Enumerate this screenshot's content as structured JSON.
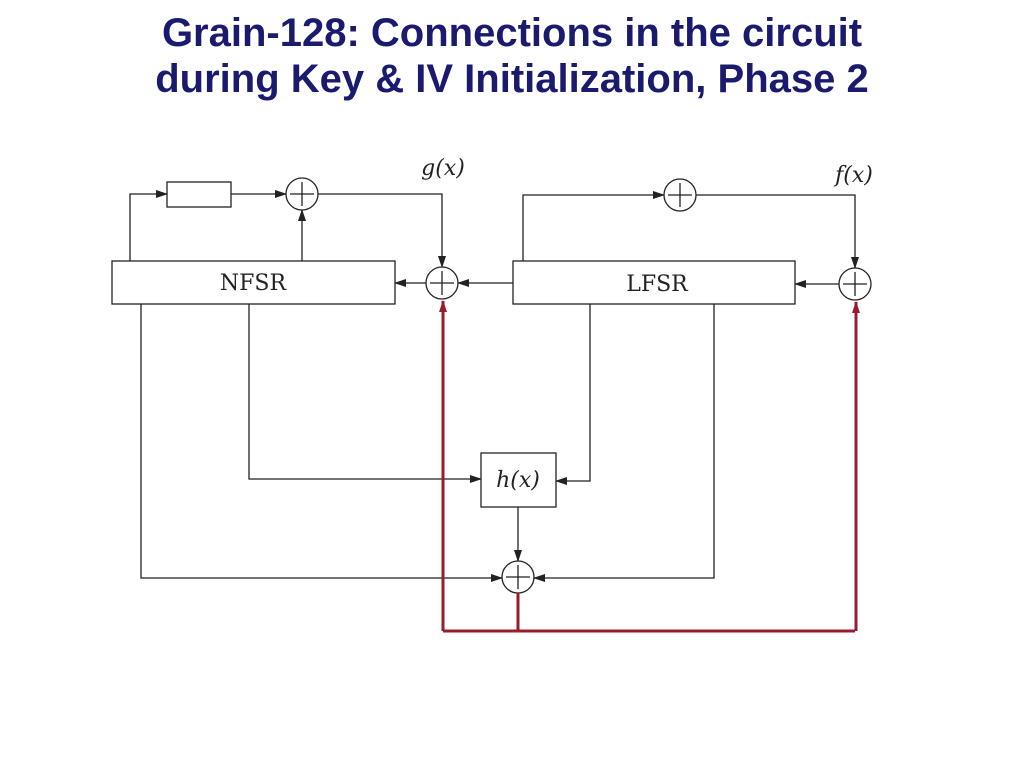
{
  "title": {
    "line1": "Grain-128: Connections in the circuit",
    "line2": "during Key & IV Initialization, Phase 2"
  },
  "diagram": {
    "nfsr_label": "NFSR",
    "lfsr_label": "LFSR",
    "g_label": "g(x)",
    "f_label": "f(x)",
    "h_label": "h(x)"
  },
  "colors": {
    "title": "#1a1a6e",
    "feedback_line": "#9b1b2e",
    "line": "#222222"
  }
}
